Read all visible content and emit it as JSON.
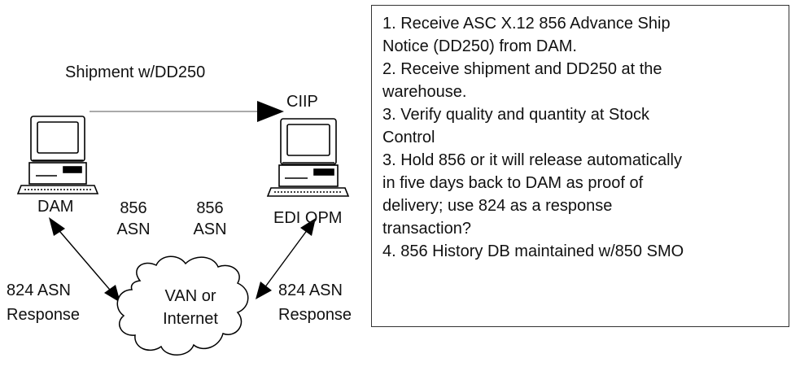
{
  "diagram": {
    "shipment_label": "Shipment w/DD250",
    "ciip_label": "CIIP",
    "dam_label": "DAM",
    "edi_opm_label": "EDI OPM",
    "left_856": "856",
    "left_asn": "ASN",
    "right_856": "856",
    "right_asn": "ASN",
    "left_response_line1": "824 ASN",
    "left_response_line2": "Response",
    "right_response_line1": "824 ASN",
    "right_response_line2": "Response",
    "cloud_line1": "VAN or",
    "cloud_line2": "Internet"
  },
  "notes": {
    "lines": [
      "1. Receive ASC X.12 856 Advance Ship",
      "Notice (DD250) from DAM.",
      "2. Receive shipment and DD250 at the",
      "warehouse.",
      "3. Verify quality and quantity at Stock",
      "Control",
      "3. Hold 856 or it will release automatically",
      "in five days back to DAM as proof of",
      "delivery; use 824 as a response",
      "transaction?",
      "4. 856 History DB maintained w/850 SMO"
    ]
  }
}
